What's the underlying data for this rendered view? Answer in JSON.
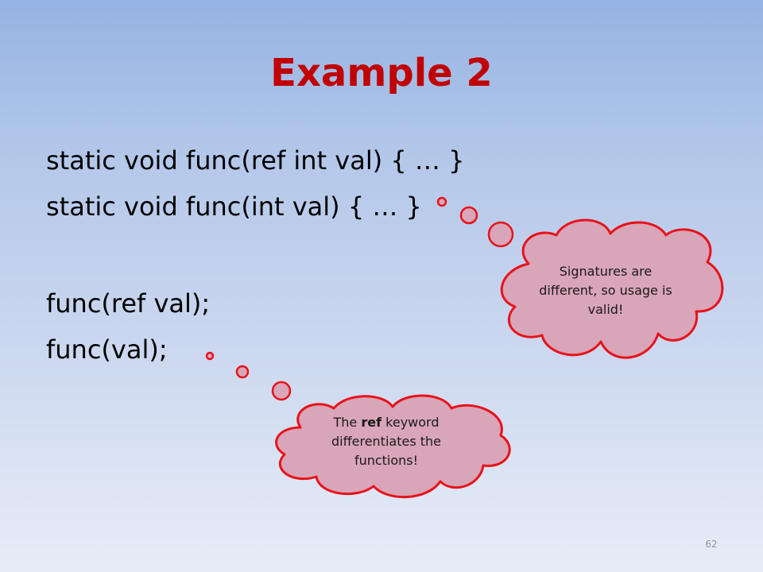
{
  "slide": {
    "title": "Example 2",
    "code_lines": [
      "static void func(ref int val) { … }",
      "static void func(int val) { … }",
      "func(ref val);",
      "func(val);"
    ],
    "bubble_top": {
      "text": "Signatures are different, so usage is valid!"
    },
    "bubble_bottom": {
      "prefix": "The ",
      "keyword": "ref",
      "suffix": " keyword differentiates the functions!"
    },
    "page_number": "62"
  },
  "colors": {
    "title": "#c00000",
    "bubble_fill": "#d9a5b8",
    "bubble_stroke": "#e8121a",
    "background_top": "#95b3e3",
    "background_bottom": "#e6ecf7"
  }
}
